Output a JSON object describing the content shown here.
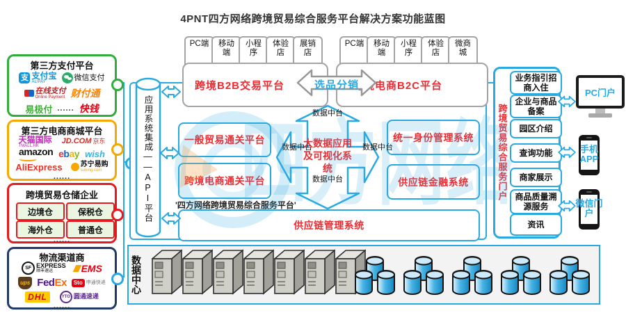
{
  "title": "4PNT四方网络跨境贸易综合服务平台解决方案功能蓝图",
  "watermark_text": "四方网络",
  "panels": {
    "payment": {
      "title": "第三方支付平台",
      "alipay_icon": "支",
      "alipay": "支付宝",
      "alipay_sub": "ALIPAY",
      "wechat": "微信支付",
      "online": "在线支付",
      "online_sub": "Online Payment",
      "tenpay": "财付通",
      "yijifu": "易极付",
      "dots": "......",
      "kuaiqian": "快钱"
    },
    "mall": {
      "title": "第三方电商商城平台",
      "tmall": "天猫国际",
      "tmall_sub": "TMALL.HK",
      "jd": "JD.COM",
      "jd_sub": "京东",
      "amazon": "amazon",
      "ebay_e": "e",
      "ebay_b": "b",
      "ebay_a": "a",
      "ebay_y": "y",
      "wish": "wish",
      "aliexpress": "AliExpress",
      "suning": "苏宁易购",
      "suning_sub": "suning.com",
      "dots": "......"
    },
    "warehouse": {
      "title": "跨境贸易仓储企业",
      "items": [
        "边境仓",
        "保税仓",
        "海外仓",
        "普通仓"
      ],
      "dots": "......"
    },
    "logistics": {
      "title": "物流渠道商",
      "sf_icon": "SF",
      "sf": "EXPRESS",
      "sf_sub": "顺丰速运",
      "ems": "EMS",
      "ups": "ups",
      "fedex_fed": "Fed",
      "fedex_ex": "Ex",
      "sto": "Sto",
      "sto_sub": "申通快递",
      "dhl": "DHL",
      "yto": "YTO",
      "yto_sub": "圆通速递",
      "dots": "......"
    }
  },
  "api_platform": "应用系统集成——API平台",
  "b2b": {
    "label": "跨境B2B交易平台",
    "channels": [
      "PC端",
      "移动端",
      "小程序",
      "体验店",
      "展销店"
    ]
  },
  "b2c": {
    "label": "跨境电商B2C平台",
    "channels": [
      "PC端",
      "移动端",
      "小程序",
      "体验店",
      "微商城"
    ]
  },
  "selection_arrow": "选品分销",
  "core": {
    "customs_general": "一般贸易通关平台",
    "customs_ecommerce": "跨境电商通关平台",
    "identity": "统一身份管理系统",
    "finance": "供应链金融系统",
    "bigdata": "大数据应用及可视化系统",
    "data_hub": "数据中台",
    "platform_label": "'四方网络跨境贸易综合服务平台'",
    "scm": "供应链管理系统"
  },
  "portal": {
    "title": "跨境贸易综合服务门户",
    "items": [
      "业务指引招商入住",
      "企业与商品备案",
      "园区介绍",
      "查询功能",
      "商家展示",
      "商品质量溯源服务",
      "资讯"
    ]
  },
  "terminals": {
    "pc": "PC门户",
    "app": "手机APP",
    "wechat": "微信门户"
  },
  "datacenter": {
    "label": "数据中心",
    "servers": 7,
    "db_clusters": 5
  },
  "colors": {
    "cyan": "#29a9e1",
    "red_text": "#ed2b31",
    "green": "#2fae3b",
    "orange": "#f7a800",
    "red_border": "#e8191d",
    "navy": "#1f3a68"
  }
}
